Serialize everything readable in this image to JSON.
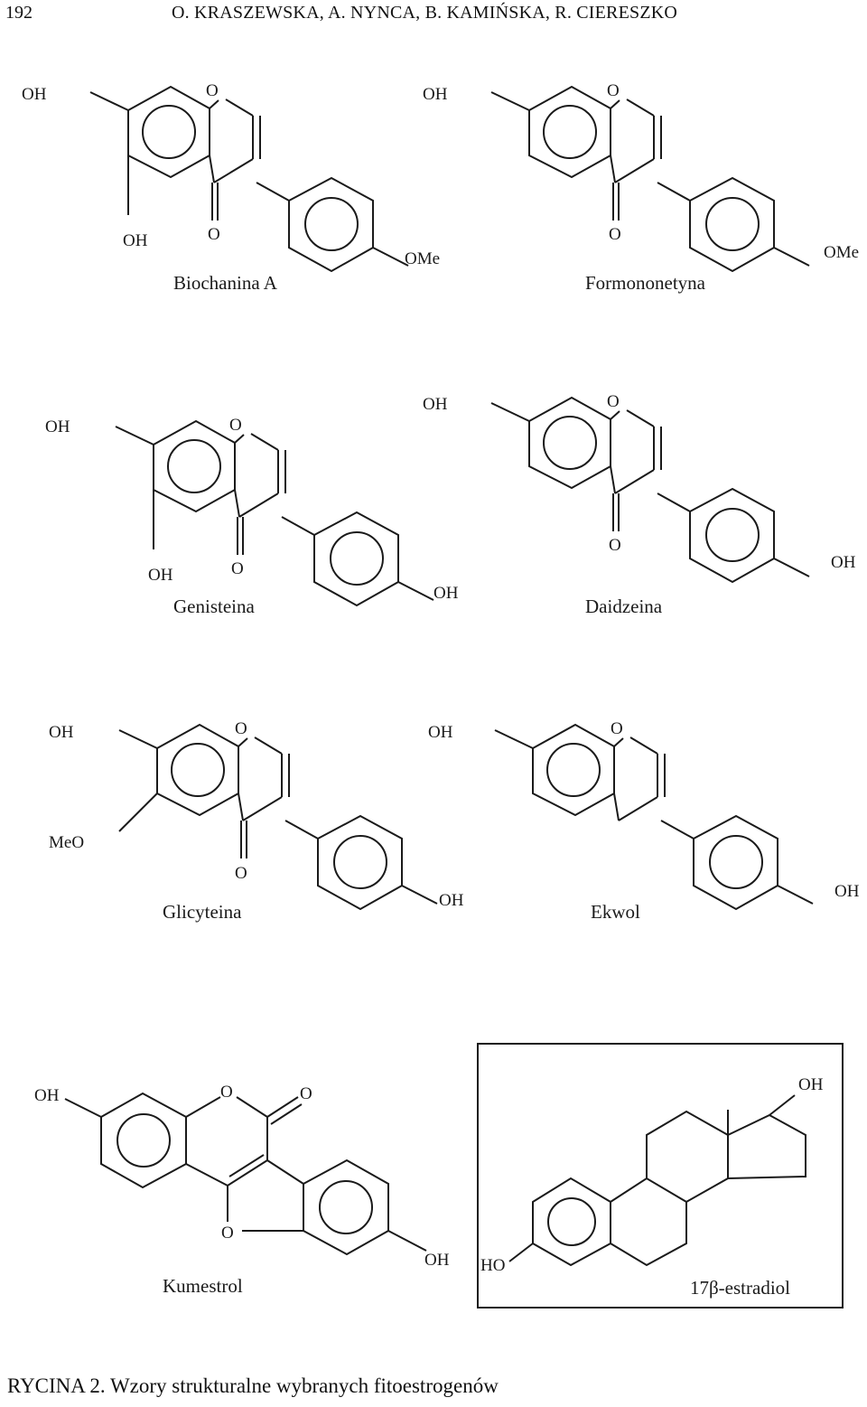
{
  "header": {
    "page_number": "192",
    "authors": "O. KRASZEWSKA, A. NYNCA, B. KAMIŃSKA, R. CIERESZKO"
  },
  "labels": {
    "oh": "OH",
    "ho": "HO",
    "o": "O",
    "ome": "OMe",
    "meo": "MeO"
  },
  "compounds": {
    "biochanina": "Biochanina A",
    "formononetyna": "Formononetyna",
    "genisteina": "Genisteina",
    "daidzeina": "Daidzeina",
    "glicyteina": "Glicyteina",
    "ekwol": "Ekwol",
    "kumestrol": "Kumestrol",
    "estradiol": "17β-estradiol"
  },
  "caption": "RYCINA  2. Wzory strukturalne wybranych fitoestrogenów"
}
